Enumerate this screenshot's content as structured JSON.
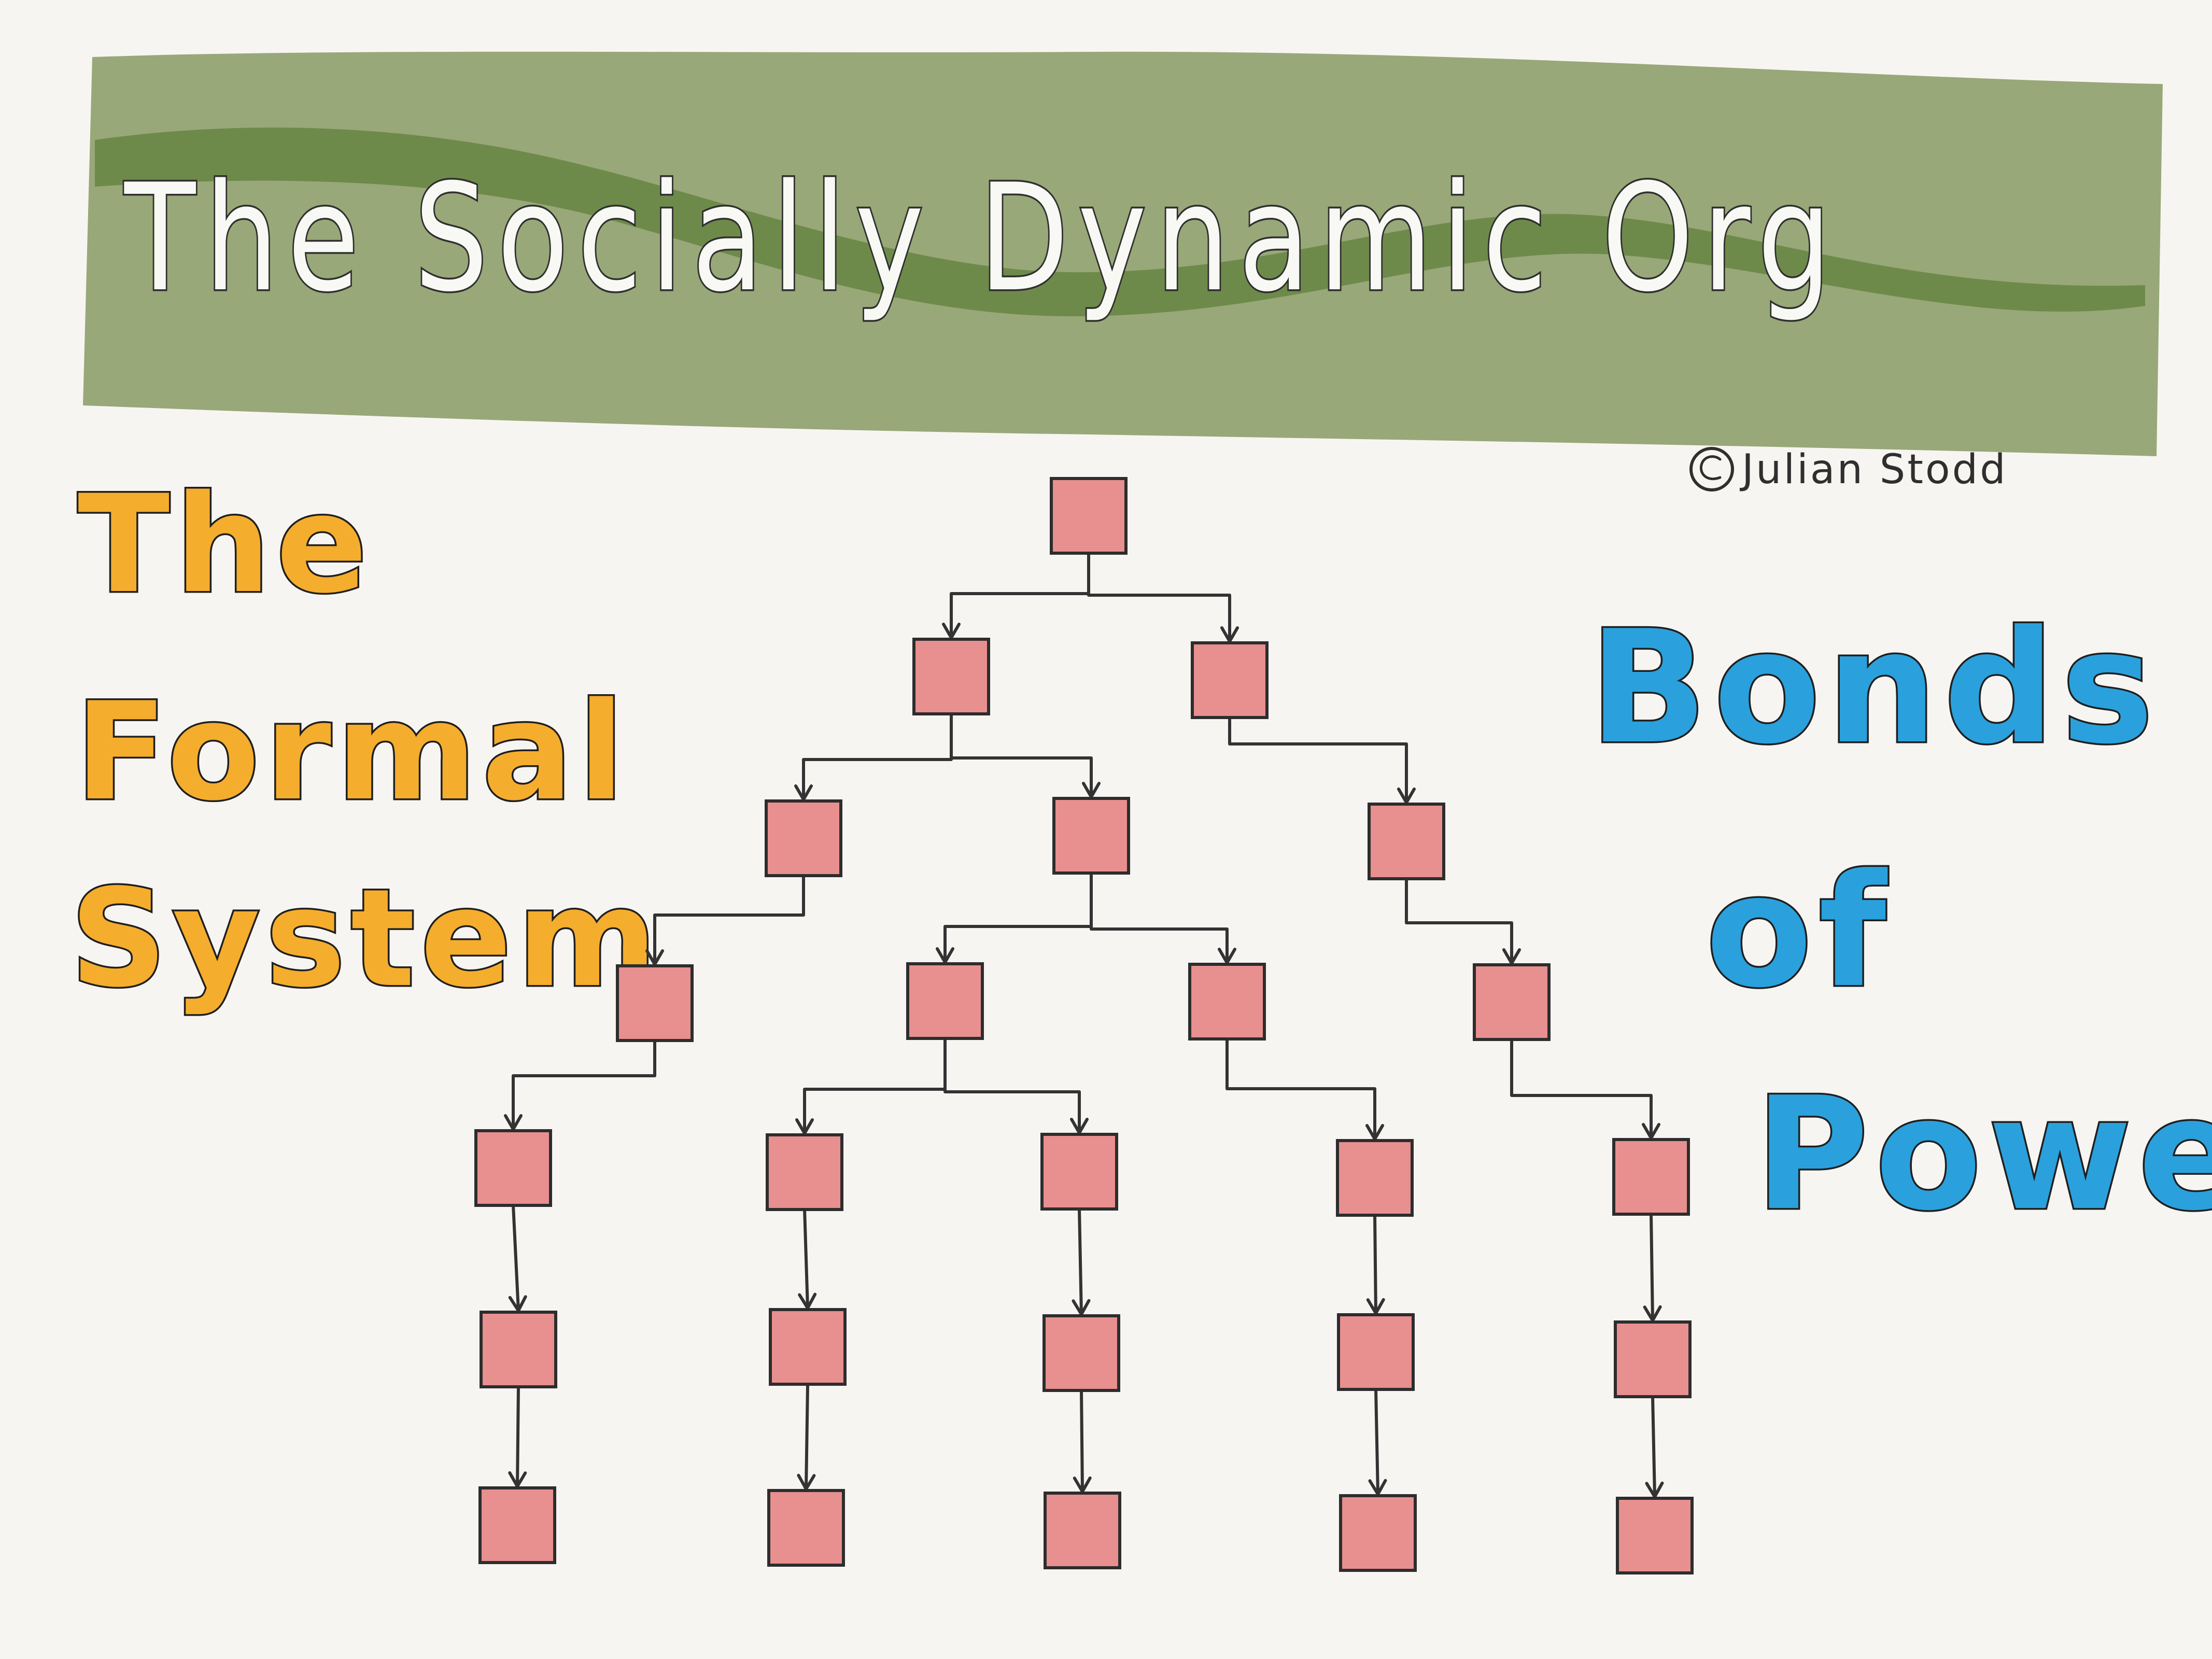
{
  "banner": {
    "title": "The Socially Dynamic Org",
    "banner_color": "#98a878",
    "stripe_color": "#6e8a4a"
  },
  "credit": {
    "copyright_symbol": "©",
    "author": "Julian Stodd"
  },
  "left_heading": {
    "line1": "The",
    "line2": "Formal",
    "line3": "System",
    "color": "#f5ad2d"
  },
  "right_heading": {
    "line1": "Bonds",
    "line2": "of",
    "line3": "Power",
    "color": "#2aa1dc"
  },
  "diagram": {
    "node_color": "#e88f8f",
    "edge_color": "#333333",
    "levels": [
      1,
      2,
      3,
      4,
      5,
      5,
      5
    ]
  }
}
